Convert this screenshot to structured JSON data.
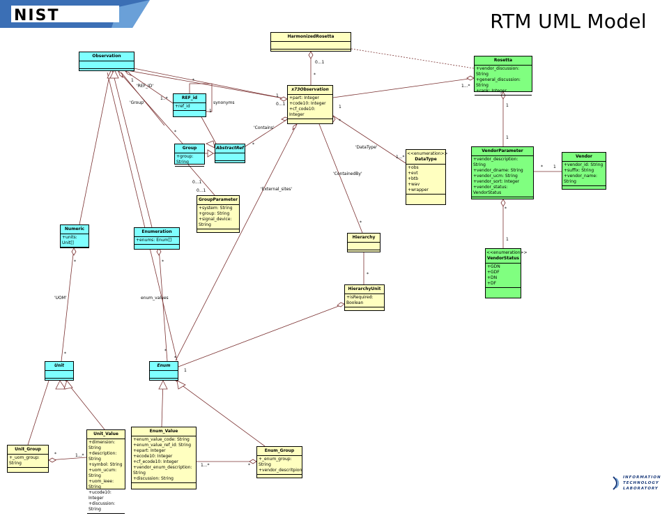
{
  "title": "RTM UML Model",
  "logo_text": "NIST",
  "footer_logo_lines": [
    "INFORMATION",
    "TECHNOLOGY",
    "LABORATORY"
  ],
  "classes": [
    {
      "id": "observation",
      "name": "Observation",
      "attrs": [],
      "color": "cyan"
    },
    {
      "id": "harmonized",
      "name": "HarmonizedRosetta",
      "attrs": [],
      "color": "yellow"
    },
    {
      "id": "rosetta",
      "name": "Rosetta",
      "attrs": [
        "+vendor_discussion: String",
        "+general_discussion: String",
        "+rank: Integer"
      ],
      "color": "green"
    },
    {
      "id": "refid",
      "name": "REF_id",
      "attrs": [
        "+ref_id"
      ],
      "color": "cyan"
    },
    {
      "id": "x73",
      "name": "x73Observation",
      "attrs": [
        "+part: Integer",
        "+code10: Integer",
        "+cf_code10: Integer"
      ],
      "color": "yellow",
      "italic": true
    },
    {
      "id": "group",
      "name": "Group",
      "attrs": [
        "+group: String"
      ],
      "color": "cyan"
    },
    {
      "id": "abstractref",
      "name": "AbstractRef",
      "attrs": [],
      "color": "cyan",
      "italic": true
    },
    {
      "id": "datatype",
      "stereotype": "<<enumeration>>",
      "name": "DataType",
      "attrs": [
        "+obs",
        "+evt",
        "+btb",
        "+wav",
        "+wrapper"
      ],
      "color": "yellow"
    },
    {
      "id": "vendorparam",
      "name": "VendorParameter",
      "attrs": [
        "+vendor_description: String",
        "+vendor_dname: String",
        "+vendor_ucm: String",
        "+vendor_sort: Integer",
        "+vendor_status: VendorStatus"
      ],
      "color": "green"
    },
    {
      "id": "vendor",
      "name": "Vendor",
      "attrs": [
        "+vendor_id: String",
        "+suffix: String",
        "+vendor_name: String"
      ],
      "color": "green"
    },
    {
      "id": "groupparam",
      "name": "GroupParameter",
      "attrs": [
        "+system: String",
        "+group: String",
        "+signal_device: String"
      ],
      "color": "yellow"
    },
    {
      "id": "numeric",
      "name": "Numeric",
      "attrs": [
        "+units: Unit[]"
      ],
      "color": "cyan"
    },
    {
      "id": "enumeration",
      "name": "Enumeration",
      "attrs": [
        "+enums: Enum[]"
      ],
      "color": "cyan"
    },
    {
      "id": "hierarchy",
      "name": "Hierarchy",
      "attrs": [],
      "color": "yellow"
    },
    {
      "id": "hierarchyunit",
      "name": "HierarchyUnit",
      "attrs": [
        "+isRequired: Boolean"
      ],
      "color": "yellow"
    },
    {
      "id": "vendorstatus",
      "stereotype": "<<enumeration>>",
      "name": "VendorStatus",
      "attrs": [
        "+GDN",
        "+GDF",
        "+DN",
        "+DF"
      ],
      "color": "green"
    },
    {
      "id": "unit",
      "name": "Unit",
      "attrs": [],
      "color": "cyan",
      "italic": true
    },
    {
      "id": "enum",
      "name": "Enum",
      "attrs": [],
      "color": "cyan",
      "italic": true
    },
    {
      "id": "unitgroup",
      "name": "Unit_Group",
      "attrs": [
        "+_uom_group: String"
      ],
      "color": "yellow"
    },
    {
      "id": "unitvalue",
      "name": "Unit_Value",
      "attrs": [
        "+dimension: String",
        "+description: String",
        "+symbol: String",
        "+uom_ucum: String",
        "+uom_ieee: String",
        "+ucode10: Integer",
        "+discussion: String"
      ],
      "color": "yellow"
    },
    {
      "id": "enumvalue",
      "name": "Enum_Value",
      "attrs": [
        "+enum_value_code: String",
        "+enum_value_ref_id: String",
        "+epart: Integer",
        "+ecode10: Integer",
        "+cf_ecode10: Integer",
        "+vendor_enum_description: String",
        "+discussion: String"
      ],
      "color": "yellow"
    },
    {
      "id": "enumgroup",
      "name": "Enum_Group",
      "attrs": [
        "+_enum_group: String",
        "+vendor_descritpion"
      ],
      "color": "yellow"
    }
  ],
  "labels": [
    {
      "id": "l1",
      "text": "0...1"
    },
    {
      "id": "l2",
      "text": "*"
    },
    {
      "id": "l3",
      "text": "1"
    },
    {
      "id": "l4",
      "text": "*"
    },
    {
      "id": "l5",
      "text": "1"
    },
    {
      "id": "l6",
      "text": "'REF_ID'"
    },
    {
      "id": "l7",
      "text": "1..*"
    },
    {
      "id": "l8",
      "text": "'Group'"
    },
    {
      "id": "l9",
      "text": "synonyms"
    },
    {
      "id": "l10",
      "text": "1"
    },
    {
      "id": "l11",
      "text": "0...1"
    },
    {
      "id": "l12",
      "text": "1"
    },
    {
      "id": "l13",
      "text": "1...*"
    },
    {
      "id": "l14",
      "text": "'Contains'"
    },
    {
      "id": "l15",
      "text": "*"
    },
    {
      "id": "l16",
      "text": "*"
    },
    {
      "id": "l17",
      "text": "*"
    },
    {
      "id": "l18",
      "text": "'DataType'"
    },
    {
      "id": "l19",
      "text": "1...*"
    },
    {
      "id": "l20",
      "text": "1"
    },
    {
      "id": "l21",
      "text": "1"
    },
    {
      "id": "l22",
      "text": "*"
    },
    {
      "id": "l23",
      "text": "1"
    },
    {
      "id": "l24",
      "text": "0...1"
    },
    {
      "id": "l25",
      "text": "0...1"
    },
    {
      "id": "l26",
      "text": "'External_sites'"
    },
    {
      "id": "l27",
      "text": "'ContainedBy'"
    },
    {
      "id": "l28",
      "text": "*"
    },
    {
      "id": "l29",
      "text": "*"
    },
    {
      "id": "l30",
      "text": "1"
    },
    {
      "id": "l31",
      "text": "*"
    },
    {
      "id": "l32",
      "text": "*"
    },
    {
      "id": "l33",
      "text": "'UOM'"
    },
    {
      "id": "l34",
      "text": "enum_values"
    },
    {
      "id": "l35",
      "text": "*"
    },
    {
      "id": "l36",
      "text": "*"
    },
    {
      "id": "l37",
      "text": "*"
    },
    {
      "id": "l38",
      "text": "1"
    },
    {
      "id": "l39",
      "text": "*"
    },
    {
      "id": "l40",
      "text": "1...*"
    },
    {
      "id": "l41",
      "text": "1...*"
    },
    {
      "id": "l42",
      "text": "*"
    },
    {
      "id": "l43",
      "text": "*"
    }
  ]
}
